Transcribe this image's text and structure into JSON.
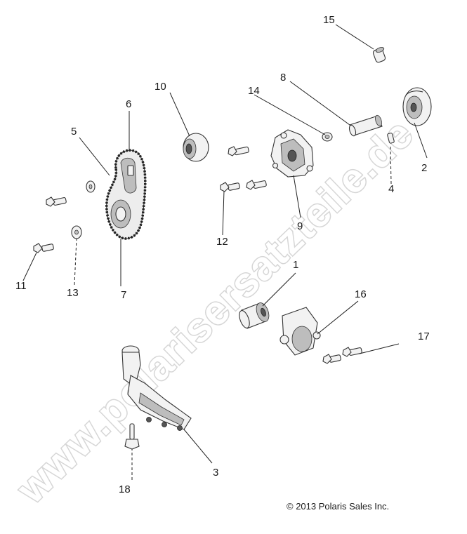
{
  "watermark": "www.polarisersatzteile.de",
  "copyright": "© 2013 Polaris Sales Inc.",
  "callouts": {
    "c1": "1",
    "c2": "2",
    "c3": "3",
    "c4": "4",
    "c5": "5",
    "c6": "6",
    "c7": "7",
    "c8": "8",
    "c9": "9",
    "c10": "10",
    "c11": "11",
    "c12": "12",
    "c13": "13",
    "c14": "14",
    "c15": "15",
    "c16": "16",
    "c17": "17",
    "c18": "18"
  }
}
